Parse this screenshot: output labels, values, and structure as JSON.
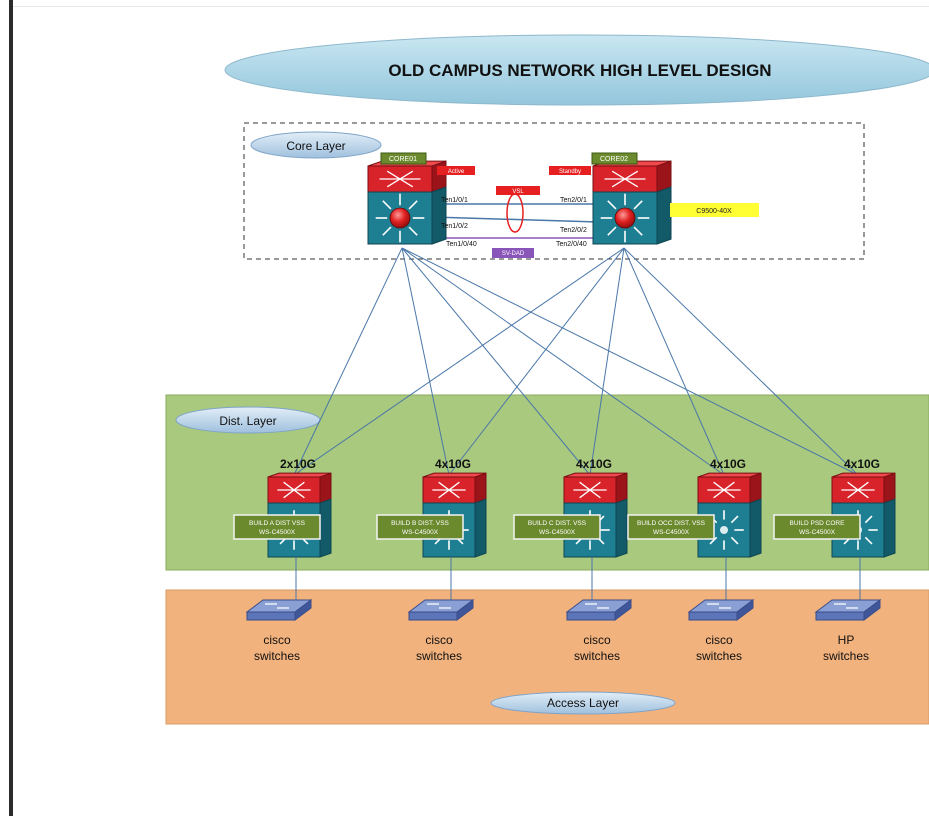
{
  "title": "OLD CAMPUS NETWORK HIGH LEVEL DESIGN",
  "layers": {
    "core": "Core Layer",
    "dist": "Dist. Layer",
    "access": "Access Layer"
  },
  "core": {
    "core1": {
      "name": "CORE01",
      "role": "Active"
    },
    "core2": {
      "name": "CORE02",
      "role": "Standby"
    },
    "vsl": "VSL",
    "dad": "SV-DAD",
    "model": "C9500-40X",
    "ports_left": [
      "Ten1/0/1",
      "Ten1/0/2",
      "Ten1/0/40"
    ],
    "ports_right": [
      "Ten2/0/1",
      "Ten2/0/2",
      "Ten2/0/40"
    ]
  },
  "distribution": [
    {
      "uplink": "2x10G",
      "name": "BUILD A DIST VSS",
      "model": "WS-C4500X"
    },
    {
      "uplink": "4x10G",
      "name": "BUILD B DIST. VSS",
      "model": "WS-C4500X"
    },
    {
      "uplink": "4x10G",
      "name": "BUILD C DIST. VSS",
      "model": "WS-C4500X"
    },
    {
      "uplink": "4x10G",
      "name": "BUILD OCC DIST. VSS",
      "model": "WS-C4500X"
    },
    {
      "uplink": "4x10G",
      "name": "BUILD PSD CORE",
      "model": "WS-C4500X"
    }
  ],
  "access": [
    {
      "vendor": "cisco",
      "label": "switches"
    },
    {
      "vendor": "cisco",
      "label": "switches"
    },
    {
      "vendor": "cisco",
      "label": "switches"
    },
    {
      "vendor": "cisco",
      "label": "switches"
    },
    {
      "vendor": "HP",
      "label": "switches"
    }
  ],
  "colors": {
    "title_ellipse": "#a9d5e6",
    "dist_band": "#a9c97e",
    "access_band": "#f2b27e",
    "switch_red": "#d8232a",
    "switch_teal": "#1e7f93",
    "label_green": "#6b8a2e",
    "link_blue": "#4a77a8",
    "vsl_red": "#e62020",
    "dad_purple": "#8a55b8",
    "model_yellow": "#ffff33"
  }
}
